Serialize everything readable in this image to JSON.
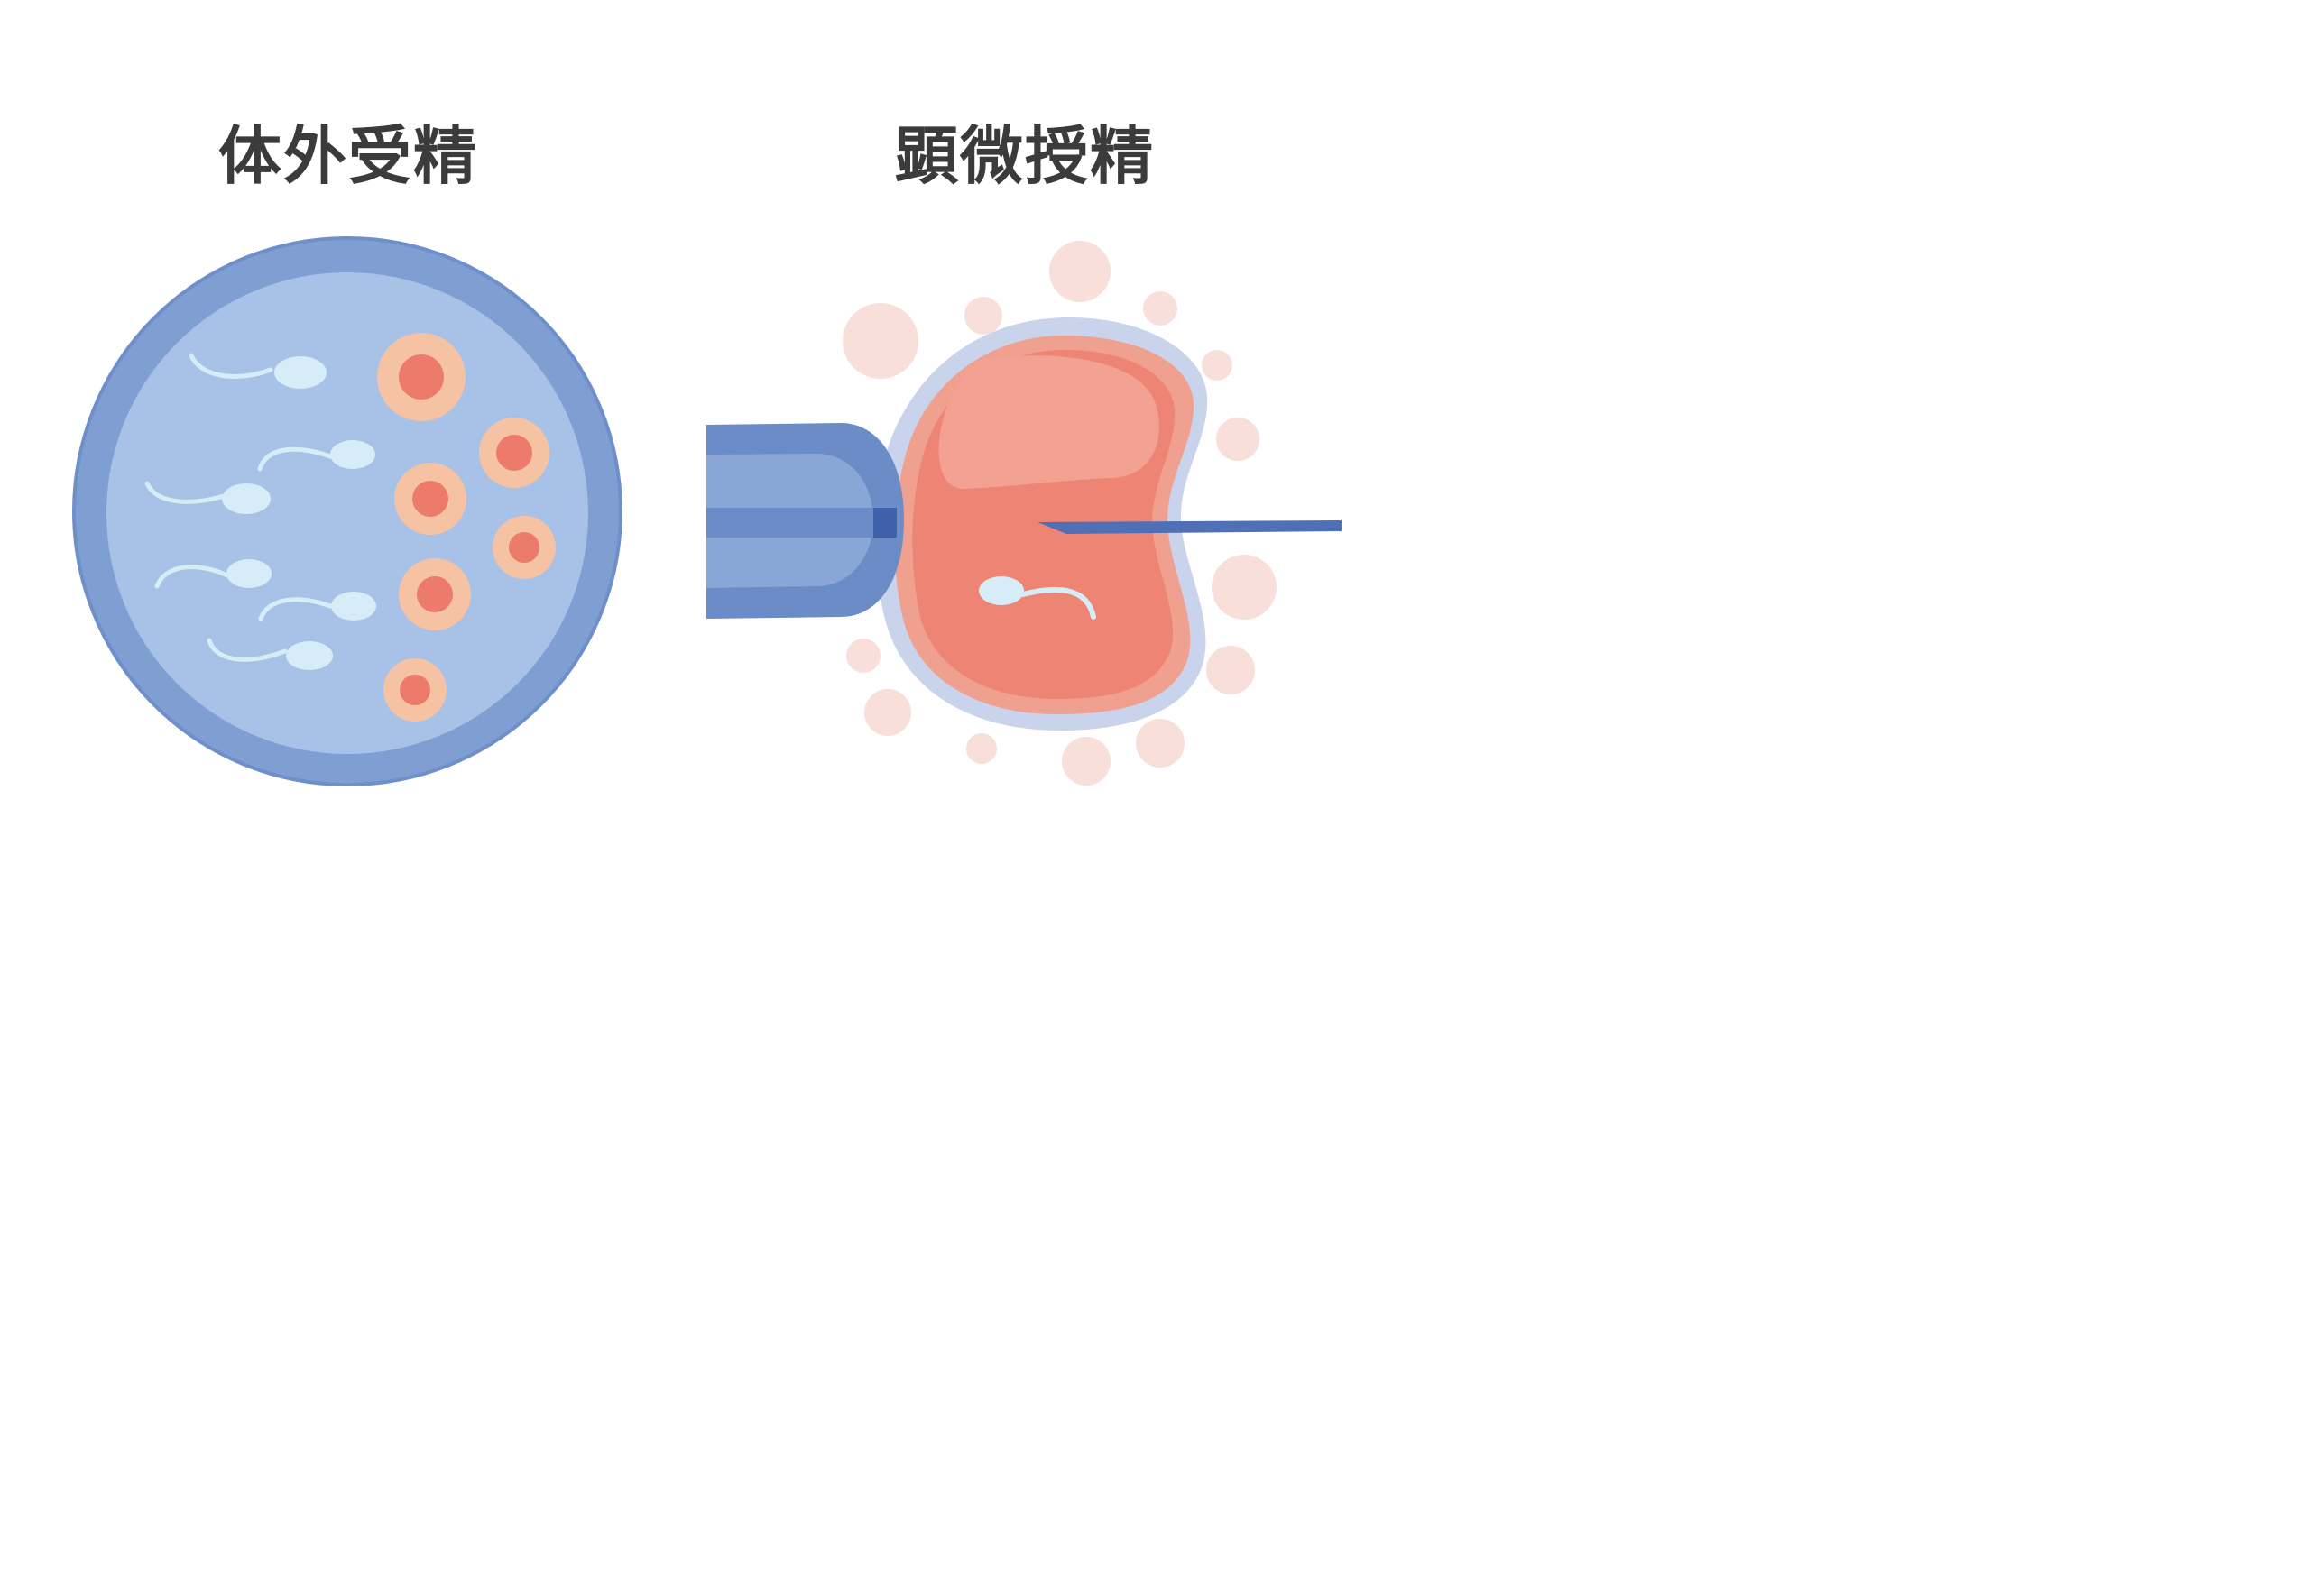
{
  "panels": {
    "ivf": {
      "title": "体外受精"
    },
    "icsi": {
      "title": "顕微授精"
    }
  },
  "colors": {
    "title_text": "#3b3b3b",
    "dish_rim": "#7f9fd3",
    "dish_inner": "#a7c2e6",
    "sperm": "#d6ecf7",
    "egg_outer": "#f6c2a4",
    "egg_nucleus": "#ec7b6c",
    "oocyte_halo": "#c9d3ec",
    "oocyte_shell": "#f0a08e",
    "oocyte_body": "#ee8574",
    "oocyte_cytoplasm_light": "#f2a192",
    "pipette_dark": "#6b8cc7",
    "pipette_light": "#88a6d6",
    "needle": "#4f70b7",
    "cumulus_cells": "#f8dfda"
  },
  "counts": {
    "ivf_sperm": 6,
    "ivf_eggs": 6,
    "icsi_sperm_injected": 1
  }
}
